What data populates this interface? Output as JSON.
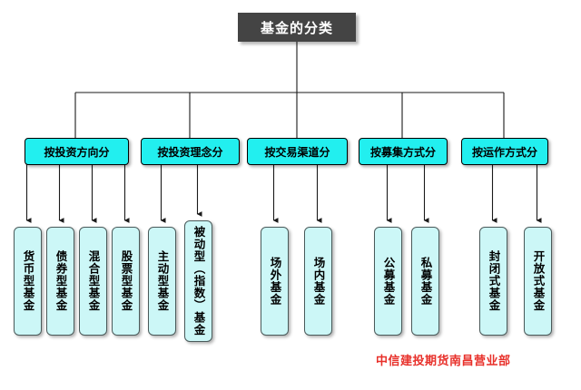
{
  "diagram": {
    "title": "基金的分类",
    "root": {
      "label": "基金的分类"
    },
    "categories": [
      {
        "label": "按投资方向分"
      },
      {
        "label": "按投资理念分"
      },
      {
        "label": "按交易渠道分"
      },
      {
        "label": "按募集方式分"
      },
      {
        "label": "按运作方式分"
      }
    ],
    "leaves": [
      {
        "label": "货币型基金",
        "parent": "按投资方向分"
      },
      {
        "label": "债券型基金",
        "parent": "按投资方向分"
      },
      {
        "label": "混合型基金",
        "parent": "按投资方向分"
      },
      {
        "label": "股票型基金",
        "parent": "按投资方向分"
      },
      {
        "label": "主动型基金",
        "parent": "按投资理念分"
      },
      {
        "label": "被动型（指数）基金",
        "parent": "按投资理念分"
      },
      {
        "label": "场外基金",
        "parent": "按交易渠道分"
      },
      {
        "label": "场内基金",
        "parent": "按交易渠道分"
      },
      {
        "label": "公募基金",
        "parent": "按募集方式分"
      },
      {
        "label": "私募基金",
        "parent": "按募集方式分"
      },
      {
        "label": "封闭式基金",
        "parent": "按运作方式分"
      },
      {
        "label": "开放式基金",
        "parent": "按运作方式分"
      }
    ],
    "footer": "中信建投期货南昌营业部",
    "colors": {
      "root_fill": "#444444",
      "root_text": "#ffffff",
      "category_fill": "#22efef",
      "leaf_fill": "#ccf7f7",
      "line": "#1a1a1a",
      "footer_text": "#e8302a",
      "background": "#ffffff"
    }
  }
}
